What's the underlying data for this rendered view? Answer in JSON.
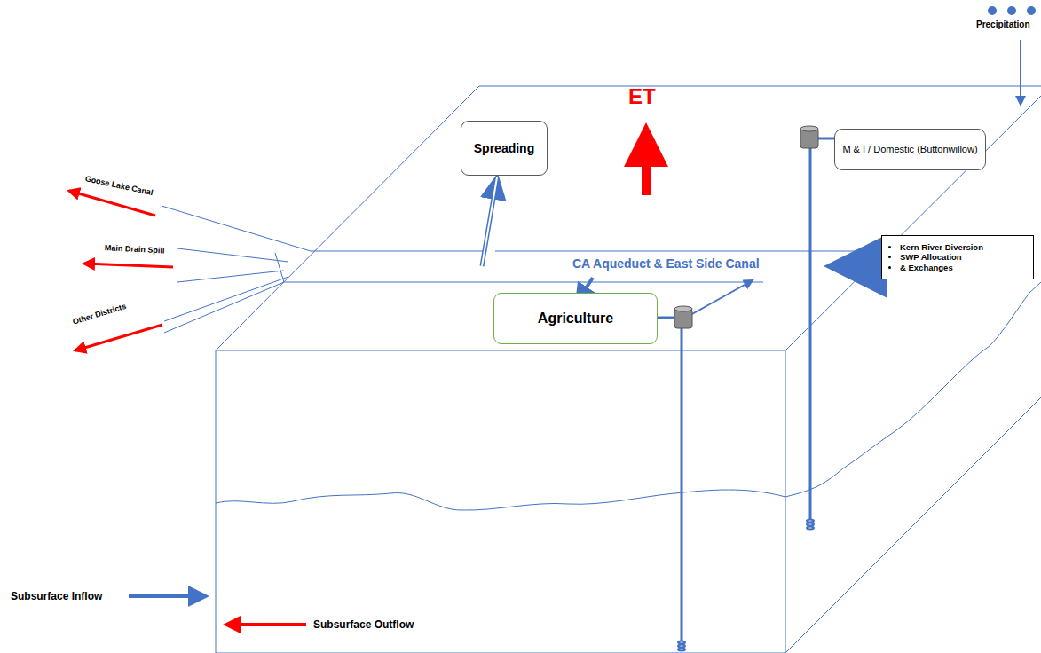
{
  "diagram": {
    "nodes": [
      {
        "text": [
          "Spreading"
        ]
      },
      {
        "text": [
          "M & I / Domestic (Buttonwillow)"
        ]
      },
      {
        "text": [
          "Agriculture"
        ]
      },
      {
        "text": [
          "Kern River Diversion",
          "SWP Allocation",
          "& Exchanges"
        ]
      }
    ],
    "labels": [
      "Precipitation",
      "ET",
      "CA Aqueduct & East Side Canal",
      "Goose Lake Canal",
      "Main Drain Spill",
      "Other Districts",
      "Subsurface Inflow",
      "Subsurface Outflow"
    ]
  }
}
